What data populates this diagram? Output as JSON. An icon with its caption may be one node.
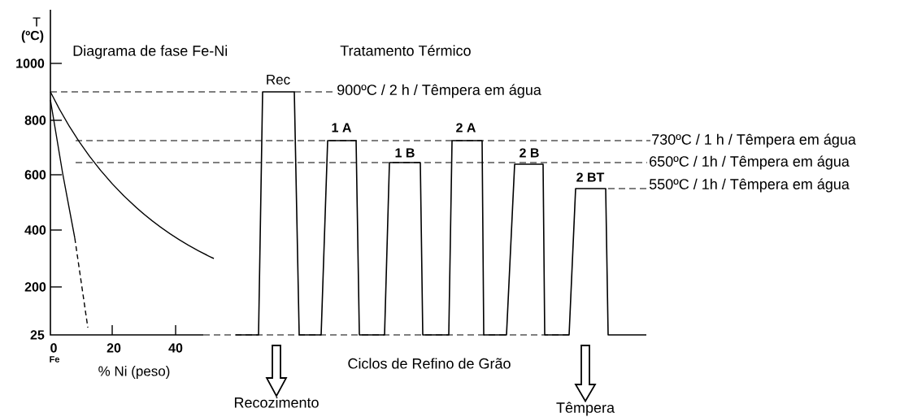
{
  "diagram": {
    "nodes": [
      {
        "text": [
          "Recozimento"
        ]
      },
      {
        "text": [
          "Têmpera"
        ]
      }
    ],
    "edges": [
      {
        "from": null,
        "to": 0,
        "arrow": "to"
      },
      {
        "from": null,
        "to": 1,
        "arrow": "to"
      }
    ],
    "labels": [
      "T",
      "(ºC)",
      "1000",
      "800",
      "600",
      "400",
      "200",
      "25",
      "0",
      "Fe",
      "20",
      "40",
      "% Ni (peso)",
      "Diagrama de fase Fe-Ni",
      "Tratamento Térmico",
      "Rec",
      "900ºC / 2 h / Têmpera em água",
      "1 A",
      "2 A",
      "730ºC / 1 h / Têmpera em água",
      "1 B",
      "2 B",
      "650ºC / 1h / Têmpera em água",
      "2 BT",
      "550ºC / 1h / Têmpera em água",
      "Ciclos de Refino de Grão"
    ]
  }
}
